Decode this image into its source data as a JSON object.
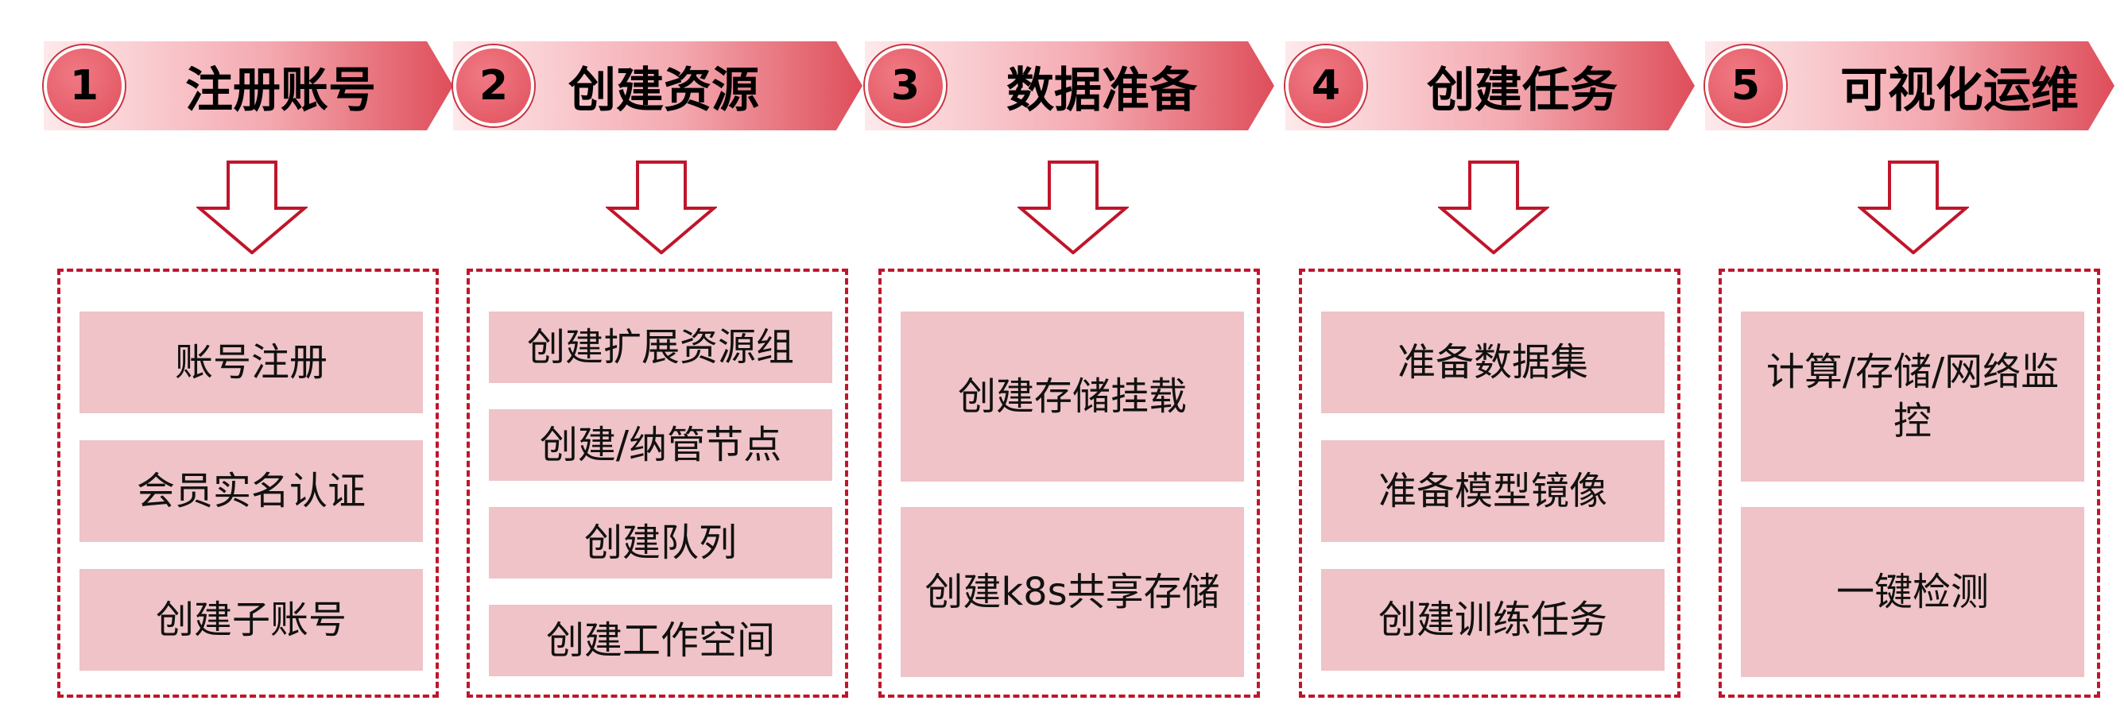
{
  "colors": {
    "accent": "#c0152b",
    "item_fill": "#efc3c7",
    "banner_light": "#fbe3e5",
    "banner_dark": "#e0505c"
  },
  "steps": [
    {
      "number": "1",
      "title": "注册账号",
      "items": [
        "账号注册",
        "会员实名认证",
        "创建子账号"
      ]
    },
    {
      "number": "2",
      "title": "创建资源",
      "items": [
        "创建扩展资源组",
        "创建/纳管节点",
        "创建队列",
        "创建工作空间"
      ]
    },
    {
      "number": "3",
      "title": "数据准备",
      "items": [
        "创建存储挂载",
        "创建k8s共享存储"
      ]
    },
    {
      "number": "4",
      "title": "创建任务",
      "items": [
        "准备数据集",
        "准备模型镜像",
        "创建训练任务"
      ]
    },
    {
      "number": "5",
      "title": "可视化运维",
      "items": [
        "计算/存储/网络监控",
        "一键检测"
      ]
    }
  ]
}
